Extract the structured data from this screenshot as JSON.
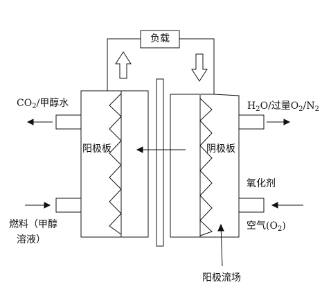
{
  "diagram": {
    "load_label": "负载",
    "left_plate_label": "阳极板",
    "right_plate_label": "阴极板",
    "outlet_left": {
      "main": "CO",
      "sub": "2",
      "rest": "/甲醇水"
    },
    "outlet_right": {
      "h": "H",
      "h_sub": "2",
      "o1": "O/过量O",
      "o_sub": "2",
      "slash": "/N",
      "n_sub": "2"
    },
    "oxidant_label": "氧化剂",
    "air_label": {
      "main": "空气(O",
      "sub": "2",
      "end": ")"
    },
    "fuel_label_line1": "燃料（甲醇",
    "fuel_label_line2": "溶液）",
    "flow_field_label": "阳极流场"
  },
  "colors": {
    "stroke": "#111111",
    "background": "#ffffff"
  }
}
